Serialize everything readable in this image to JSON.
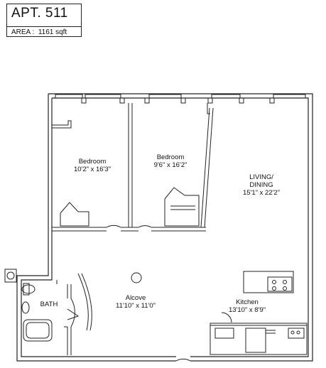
{
  "header": {
    "apartment": "APT.  511",
    "area_label": "AREA :",
    "area_value": "1161 sqft"
  },
  "rooms": {
    "bedroom1": {
      "name": "Bedroom",
      "dims": "10'2\" x 16'3\""
    },
    "bedroom2": {
      "name": "Bedroom",
      "dims": "9'6\" x 16'2\""
    },
    "living": {
      "name_line1": "LIVING/",
      "name_line2": "DINING",
      "dims": "15'1\" x 22'2\""
    },
    "alcove": {
      "name": "Alcove",
      "dims": "11'10\" x 11'0\""
    },
    "kitchen": {
      "name": "Kitchen",
      "dims": "13'10\"  x  8'9\""
    },
    "bath": {
      "name": "BATH"
    }
  }
}
